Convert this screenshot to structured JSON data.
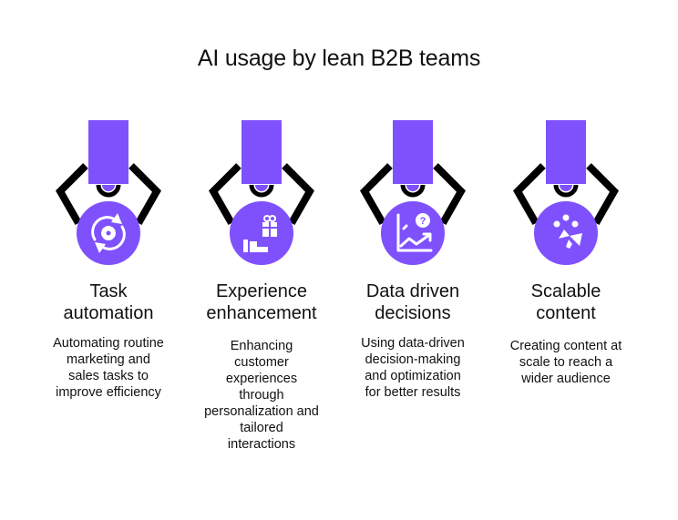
{
  "title": "AI usage by lean B2B teams",
  "accent_color": "#7f51fd",
  "items": [
    {
      "heading_line1": "Task",
      "heading_line2": "automation",
      "description": [
        "Automating routine",
        "marketing and",
        "sales tasks to",
        "improve efficiency"
      ],
      "icon": "gear-cycle-icon"
    },
    {
      "heading_line1": "Experience",
      "heading_line2": "enhancement",
      "description": [
        "Enhancing",
        "customer",
        "experiences",
        "through",
        "personalization and",
        "tailored",
        "interactions"
      ],
      "icon": "hand-gift-icon"
    },
    {
      "heading_line1": "Data driven",
      "heading_line2": "decisions",
      "description": [
        "Using data-driven",
        "decision-making",
        "and optimization",
        "for better results"
      ],
      "icon": "chart-question-icon"
    },
    {
      "heading_line1": "Scalable",
      "heading_line2": "content",
      "description": [
        "Creating content at",
        "scale to reach a",
        "wider audience"
      ],
      "icon": "megaphone-audience-icon"
    }
  ]
}
